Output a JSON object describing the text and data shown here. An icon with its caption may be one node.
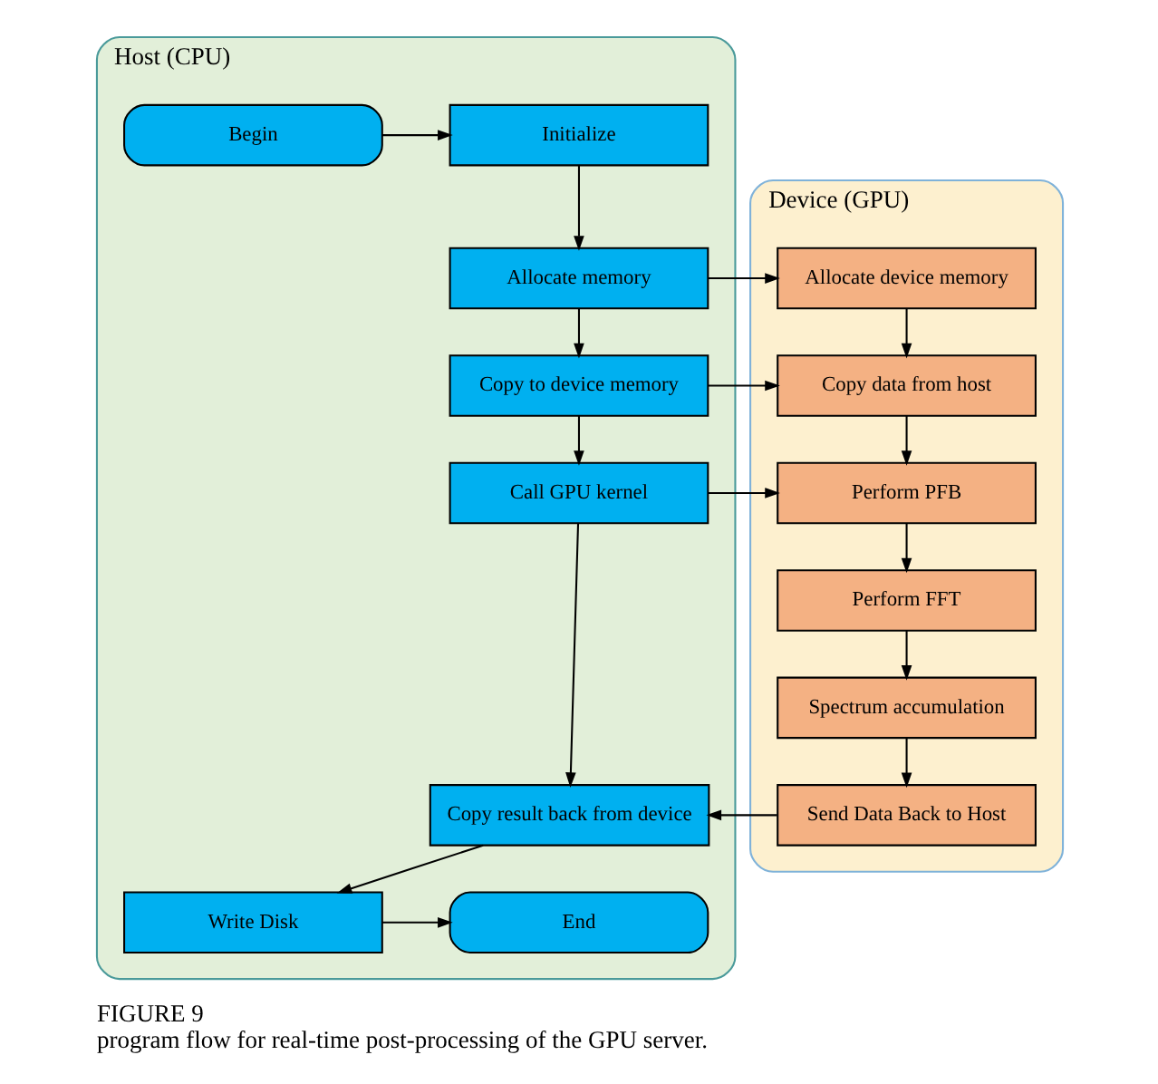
{
  "diagram": {
    "title": "FIGURE 9",
    "caption": "program flow for real-time post-processing of the GPU server.",
    "nodes": [
      {
        "text": [
          "Host (CPU)"
        ]
      },
      {
        "text": [
          "Begin"
        ],
        "in": 0
      },
      {
        "text": [
          "Initialize"
        ],
        "in": 0
      },
      {
        "text": [
          "Allocate memory"
        ],
        "in": 0
      },
      {
        "text": [
          "Copy to device memory"
        ],
        "in": 0
      },
      {
        "text": [
          "Call GPU kernel"
        ],
        "in": 0
      },
      {
        "text": [
          "Copy result back from device"
        ],
        "in": 0
      },
      {
        "text": [
          "End"
        ],
        "in": 0
      },
      {
        "text": [
          "Write Disk"
        ],
        "in": 0
      },
      {
        "text": [
          "Device (GPU)"
        ]
      },
      {
        "text": [
          "Allocate device memory"
        ],
        "in": 9
      },
      {
        "text": [
          "Copy data from host"
        ],
        "in": 9
      },
      {
        "text": [
          "Perform PFB"
        ],
        "in": 9
      },
      {
        "text": [
          "Perform FFT"
        ],
        "in": 9
      },
      {
        "text": [
          "Spectrum accumulation"
        ],
        "in": 9
      },
      {
        "text": [
          "Send Data Back to Host"
        ],
        "in": 9
      }
    ],
    "edges": [
      {
        "from": 1,
        "to": 2,
        "arrow": "to"
      },
      {
        "from": 2,
        "to": 3,
        "arrow": "to"
      },
      {
        "from": 3,
        "to": 4,
        "arrow": "to"
      },
      {
        "from": 4,
        "to": 5,
        "arrow": "to"
      },
      {
        "from": 5,
        "to": 6,
        "arrow": "to"
      },
      {
        "from": 6,
        "to": 8,
        "arrow": "to"
      },
      {
        "from": 8,
        "to": 7,
        "arrow": "to"
      },
      {
        "from": 3,
        "to": 10,
        "arrow": "to"
      },
      {
        "from": 4,
        "to": 11,
        "arrow": "to"
      },
      {
        "from": 5,
        "to": 12,
        "arrow": "to"
      },
      {
        "from": 10,
        "to": 11,
        "arrow": "to"
      },
      {
        "from": 11,
        "to": 12,
        "arrow": "to"
      },
      {
        "from": 12,
        "to": 13,
        "arrow": "to"
      },
      {
        "from": 13,
        "to": 14,
        "arrow": "to"
      },
      {
        "from": 14,
        "to": 15,
        "arrow": "to"
      },
      {
        "from": 15,
        "to": 6,
        "arrow": "to"
      }
    ]
  }
}
